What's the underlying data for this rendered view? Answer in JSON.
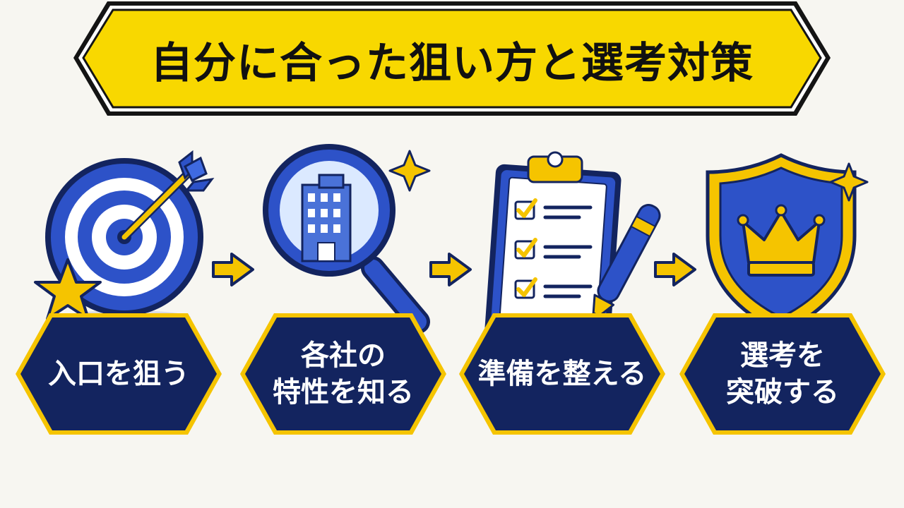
{
  "banner": {
    "title": "自分に合った狙い方と選考対策"
  },
  "steps": [
    {
      "label": "入口を狙う",
      "icon": "target-icon"
    },
    {
      "label": "各社の\n特性を知る",
      "icon": "magnifier-building-icon"
    },
    {
      "label": "準備を整える",
      "icon": "clipboard-checklist-icon"
    },
    {
      "label": "選考を\n突破する",
      "icon": "shield-crown-icon"
    }
  ],
  "colors": {
    "navy": "#13245f",
    "blue": "#2d52c8",
    "gold": "#f5c400",
    "banner_yellow": "#f8d800",
    "background": "#f7f6f1"
  }
}
